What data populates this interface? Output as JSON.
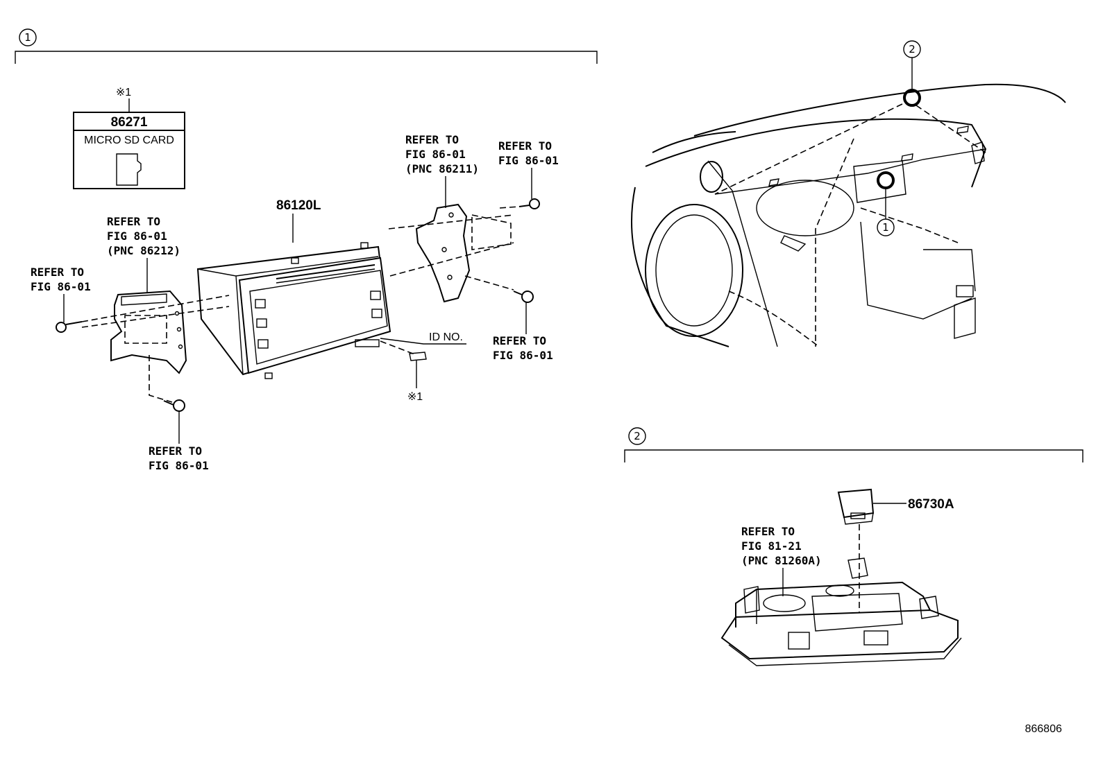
{
  "callouts": {
    "one": "1",
    "two": "2",
    "mark_note": "※1"
  },
  "sd_card": {
    "part_no": "86271",
    "name": "MICRO SD CARD"
  },
  "parts": {
    "main_unit": "86120L",
    "switch": "86730A",
    "id_no": "ID NO."
  },
  "refs": {
    "bracket_left": [
      "REFER TO",
      "FIG 86-01",
      "(PNC 86212)"
    ],
    "bolt_left": [
      "REFER TO",
      "FIG 86-01"
    ],
    "bolt_bottom": [
      "REFER TO",
      "FIG 86-01"
    ],
    "bracket_right": [
      "REFER TO",
      "FIG 86-01",
      "(PNC 86211)"
    ],
    "bolt_top_right": [
      "REFER TO",
      "FIG 86-01"
    ],
    "bolt_right": [
      "REFER TO",
      "FIG 86-01"
    ],
    "console": [
      "REFER TO",
      "FIG 81-21",
      "(PNC 81260A)"
    ]
  },
  "diagram_id": "866806"
}
